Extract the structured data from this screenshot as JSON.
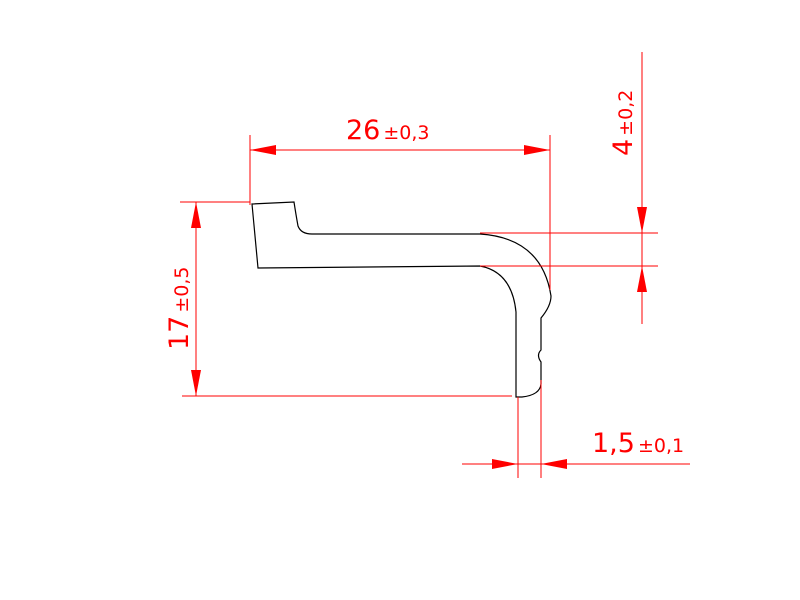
{
  "colors": {
    "background": "#ffffff",
    "profile": "#000000",
    "dimension": "#ff0000"
  },
  "dimensions": {
    "width": {
      "value": "26",
      "tolerance": "±0,3"
    },
    "height": {
      "value": "17",
      "tolerance": "±0,5"
    },
    "thickness_top": {
      "value": "4",
      "tolerance": "±0,2"
    },
    "thickness_leg": {
      "value": "1,5",
      "tolerance": "±0,1"
    }
  }
}
